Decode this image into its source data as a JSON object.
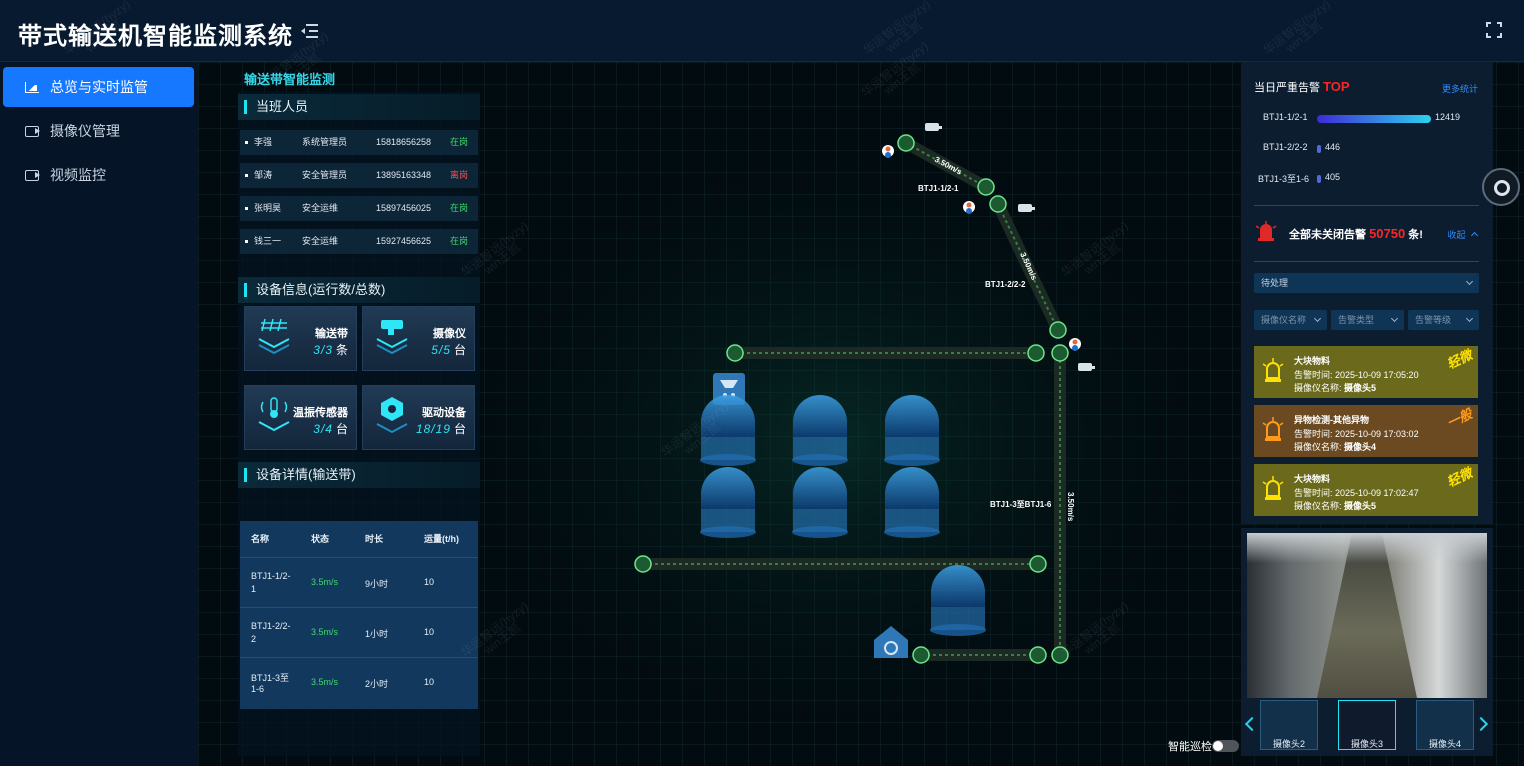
{
  "app": {
    "title": "带式输送机智能监测系统"
  },
  "sidebar": {
    "items": [
      {
        "label": "总览与实时监管",
        "icon": "chart-icon",
        "active": true
      },
      {
        "label": "摄像仪管理",
        "icon": "camera-icon",
        "active": false
      },
      {
        "label": "视频监控",
        "icon": "camera-icon",
        "active": false
      }
    ]
  },
  "main": {
    "title": "输送带智能监测"
  },
  "staff": {
    "title": "当班人员",
    "rows": [
      {
        "name": "李强",
        "role": "系统管理员",
        "phone": "15818656258",
        "status": "在岗",
        "on_duty": true
      },
      {
        "name": "邹涛",
        "role": "安全管理员",
        "phone": "13895163348",
        "status": "离岗",
        "on_duty": false
      },
      {
        "name": "张明昊",
        "role": "安全运维",
        "phone": "15897456025",
        "status": "在岗",
        "on_duty": true
      },
      {
        "name": "钱三一",
        "role": "安全运维",
        "phone": "15927456625",
        "status": "在岗",
        "on_duty": true
      }
    ]
  },
  "devices": {
    "title": "设备信息(运行数/总数)",
    "cards": [
      {
        "name": "输送带",
        "value": "3/3",
        "unit": "条",
        "icon": "conveyor-icon"
      },
      {
        "name": "摄像仪",
        "value": "5/5",
        "unit": "台",
        "icon": "camera-icon"
      },
      {
        "name": "温振传感器",
        "value": "3/4",
        "unit": "台",
        "icon": "thermometer-icon"
      },
      {
        "name": "驱动设备",
        "value": "18/19",
        "unit": "台",
        "icon": "gear-icon"
      }
    ]
  },
  "detail": {
    "title": "设备详情(输送带)",
    "headers": [
      "名称",
      "状态",
      "时长",
      "运量(t/h)"
    ],
    "rows": [
      {
        "name_l1": "BTJ1-1/2-",
        "name_l2": "1",
        "status": "3.5m/s",
        "duration": "9小时",
        "volume": "10"
      },
      {
        "name_l1": "BTJ1-2/2-",
        "name_l2": "2",
        "status": "3.5m/s",
        "duration": "1小时",
        "volume": "10"
      },
      {
        "name_l1": "BTJ1-3至",
        "name_l2": "1-6",
        "status": "3.5m/s",
        "duration": "2小时",
        "volume": "10"
      }
    ]
  },
  "map": {
    "belt1_label": "BTJ1-1/2-1",
    "belt2_label": "BTJ1-2/2-2",
    "belt3_label": "BTJ1-3至BTJ1-6",
    "speed1": "3.50m/s",
    "speed2": "3.50m/s",
    "speed3": "3.50m/s"
  },
  "alarms_top": {
    "title": "当日严重告警",
    "title_tag": "TOP",
    "more": "更多统计",
    "rows": [
      {
        "label": "BTJ1-1/2-1",
        "value": 12419
      },
      {
        "label": "BTJ1-2/2-2",
        "value": 446
      },
      {
        "label": "BTJ1-3至1-6",
        "value": 405
      }
    ]
  },
  "alarms_open": {
    "prefix": "全部未关闭告警",
    "count": "50750",
    "suffix": "条!",
    "collapse": "收起",
    "filter_status": "待处理",
    "filter_camera": "摄像仪名称",
    "filter_type": "告警类型",
    "filter_level": "告警等级",
    "cards": [
      {
        "title": "大块物料",
        "time": "告警时间: 2025-10-09 17:05:20",
        "camera_prefix": "摄像仪名称: ",
        "camera": "摄像头5",
        "level": "轻微",
        "color": "#6b6a1c",
        "level_color": "#ffe100"
      },
      {
        "title": "异物检测-其他异物",
        "time": "告警时间: 2025-10-09 17:03:02",
        "camera_prefix": "摄像仪名称: ",
        "camera": "摄像头4",
        "level": "一般",
        "color": "#6b4a22",
        "level_color": "#ff9a1a"
      },
      {
        "title": "大块物料",
        "time": "告警时间: 2025-10-09 17:02:47",
        "camera_prefix": "摄像仪名称: ",
        "camera": "摄像头5",
        "level": "轻微",
        "color": "#6b6a1c",
        "level_color": "#ffe100"
      }
    ]
  },
  "video": {
    "thumbs": [
      "摄像头2",
      "摄像头3",
      "摄像头4"
    ],
    "active_index": 1
  },
  "patrol": {
    "label": "智能巡检",
    "enabled": false
  },
  "watermark": {
    "line1": "华运智远(hyzy)",
    "line2": "win王凯"
  }
}
